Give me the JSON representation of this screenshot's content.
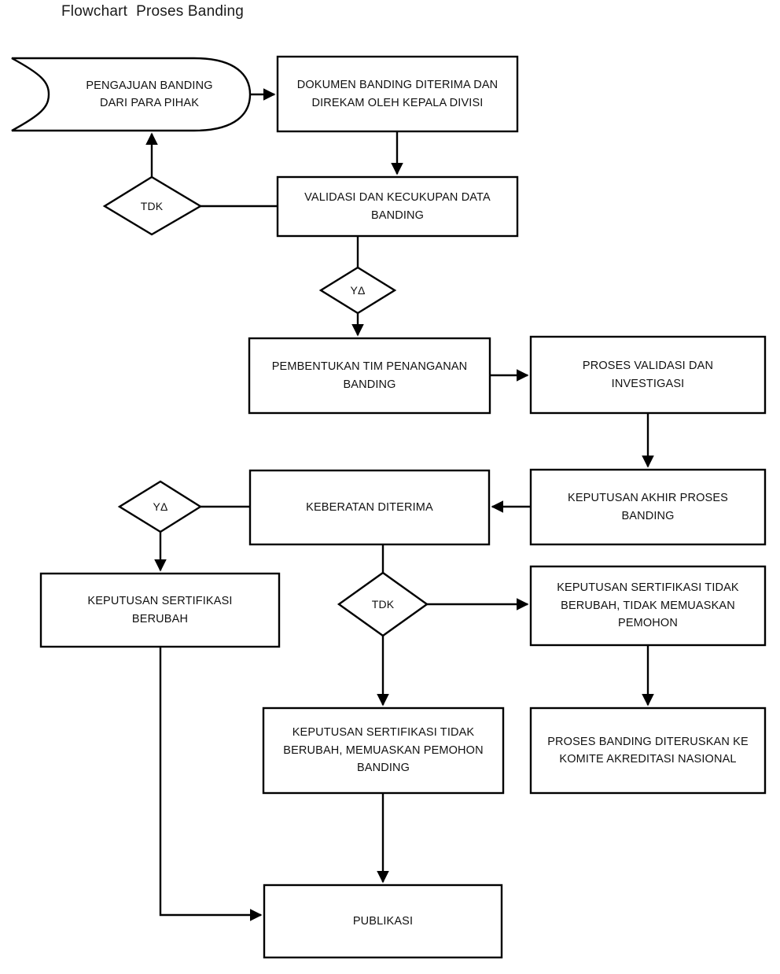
{
  "title": "Flowchart  Proses Banding",
  "diagram": {
    "type": "flowchart",
    "stroke_color": "#000000",
    "fill_color": "#ffffff",
    "text_color": "#111111",
    "nodes": [
      {
        "id": "n1",
        "shape": "delay",
        "label": "PENGAJUAN BANDING\nDARI PARA PIHAK",
        "line1": "PENGAJUAN BANDING",
        "line2": "DARI PARA PIHAK"
      },
      {
        "id": "n2",
        "shape": "process",
        "label": "DOKUMEN BANDING DITERIMA DAN\nDIREKAM OLEH KEPALA DIVISI",
        "line1": "DOKUMEN BANDING DITERIMA DAN",
        "line2": "DIREKAM OLEH KEPALA DIVISI"
      },
      {
        "id": "n3",
        "shape": "process",
        "label": "VALIDASI DAN KECUKUPAN DATA\nBANDING",
        "line1": "VALIDASI DAN KECUKUPAN DATA",
        "line2": "BANDING"
      },
      {
        "id": "d1",
        "shape": "decision",
        "label": "TDK"
      },
      {
        "id": "d2",
        "shape": "decision",
        "label": "YΔ"
      },
      {
        "id": "n4",
        "shape": "process",
        "label": "PEMBENTUKAN TIM PENANGANAN\nBANDING",
        "line1": "PEMBENTUKAN TIM PENANGANAN",
        "line2": "BANDING"
      },
      {
        "id": "n5",
        "shape": "process",
        "label": "PROSES VALIDASI DAN\nINVESTIGASI",
        "line1": "PROSES VALIDASI DAN",
        "line2": "INVESTIGASI"
      },
      {
        "id": "n6",
        "shape": "process",
        "label": "KEPUTUSAN AKHIR PROSES\nBANDING",
        "line1": "KEPUTUSAN AKHIR PROSES",
        "line2": "BANDING"
      },
      {
        "id": "n7",
        "shape": "process",
        "label": "KEBERATAN DITERIMA"
      },
      {
        "id": "d3",
        "shape": "decision",
        "label": "YΔ"
      },
      {
        "id": "d4",
        "shape": "decision",
        "label": "TDK"
      },
      {
        "id": "n8",
        "shape": "process",
        "label": "KEPUTUSAN SERTIFIKASI\nBERUBAH",
        "line1": "KEPUTUSAN SERTIFIKASI",
        "line2": "BERUBAH"
      },
      {
        "id": "n9",
        "shape": "process",
        "label": "KEPUTUSAN SERTIFIKASI TIDAK\nBERUBAH, TIDAK MEMUASKAN\nPEMOHON",
        "line1": "KEPUTUSAN SERTIFIKASI TIDAK",
        "line2": "BERUBAH, TIDAK MEMUASKAN",
        "line3": "PEMOHON"
      },
      {
        "id": "n10",
        "shape": "process",
        "label": "KEPUTUSAN SERTIFIKASI TIDAK\nBERUBAH, MEMUASKAN PEMOHON\nBANDING",
        "line1": "KEPUTUSAN SERTIFIKASI TIDAK",
        "line2": "BERUBAH, MEMUASKAN PEMOHON",
        "line3": "BANDING"
      },
      {
        "id": "n11",
        "shape": "process",
        "label": "PROSES BANDING DITERUSKAN KE\nKOMITE AKREDITASI NASIONAL",
        "line1": "PROSES BANDING DITERUSKAN KE",
        "line2": "KOMITE AKREDITASI NASIONAL"
      },
      {
        "id": "n12",
        "shape": "process",
        "label": "PUBLIKASI"
      }
    ],
    "edges": [
      {
        "from": "n1",
        "to": "n2",
        "arrow": true
      },
      {
        "from": "n2",
        "to": "n3",
        "arrow": true
      },
      {
        "from": "n3",
        "to": "d1",
        "arrow": false
      },
      {
        "from": "d1",
        "to": "n1",
        "arrow": true
      },
      {
        "from": "n3",
        "to": "d2",
        "arrow": false
      },
      {
        "from": "d2",
        "to": "n4",
        "arrow": true
      },
      {
        "from": "n4",
        "to": "n5",
        "arrow": true
      },
      {
        "from": "n5",
        "to": "n6",
        "arrow": true
      },
      {
        "from": "n6",
        "to": "n7",
        "arrow": true
      },
      {
        "from": "n7",
        "to": "d3",
        "arrow": false
      },
      {
        "from": "d3",
        "to": "n8",
        "arrow": true
      },
      {
        "from": "n7",
        "to": "d4",
        "arrow": false
      },
      {
        "from": "d4",
        "to": "n9",
        "arrow": true
      },
      {
        "from": "d4",
        "to": "n10",
        "arrow": true
      },
      {
        "from": "n9",
        "to": "n11",
        "arrow": true
      },
      {
        "from": "n10",
        "to": "n12",
        "arrow": true
      },
      {
        "from": "n8",
        "to": "n12",
        "arrow": true
      }
    ]
  }
}
